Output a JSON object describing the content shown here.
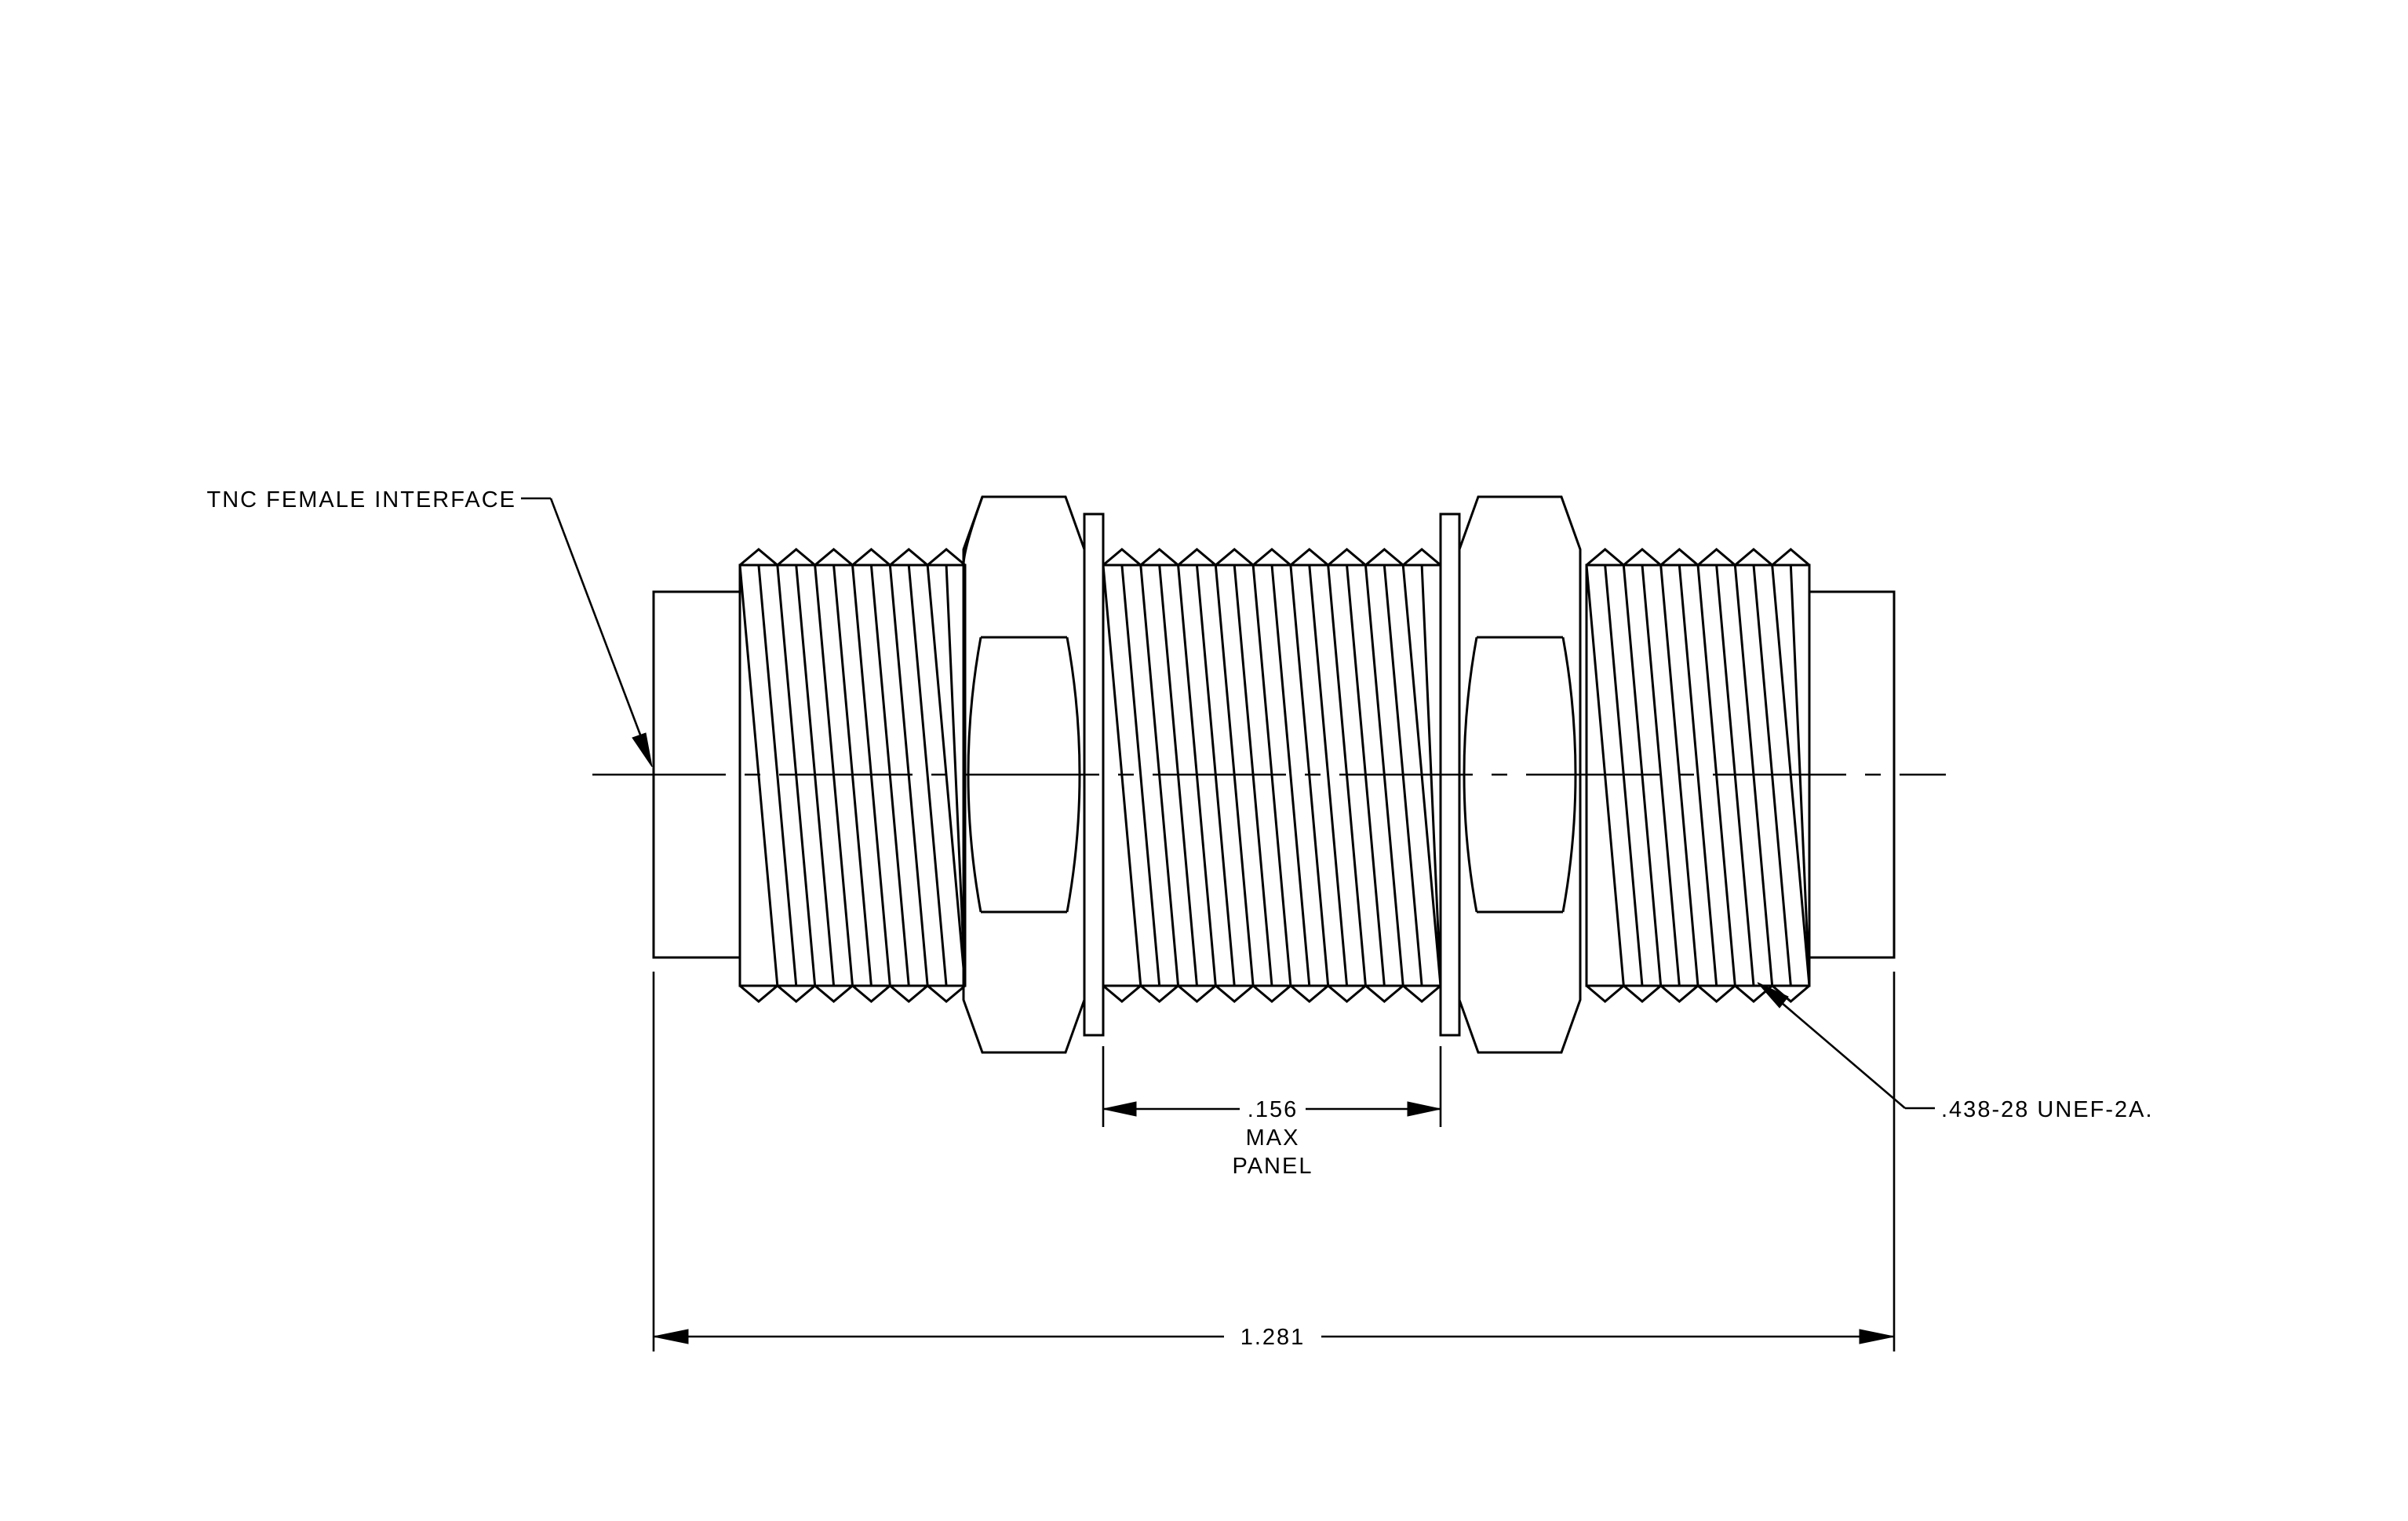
{
  "drawing": {
    "interface_label": "TNC FEMALE INTERFACE",
    "thread_label": ".438-28 UNEF-2A.",
    "panel_dim": {
      "value": ".156",
      "line2": "MAX",
      "line3": "PANEL"
    },
    "overall_length": "1.281",
    "line_color": "#000000",
    "background_color": "#ffffff"
  }
}
